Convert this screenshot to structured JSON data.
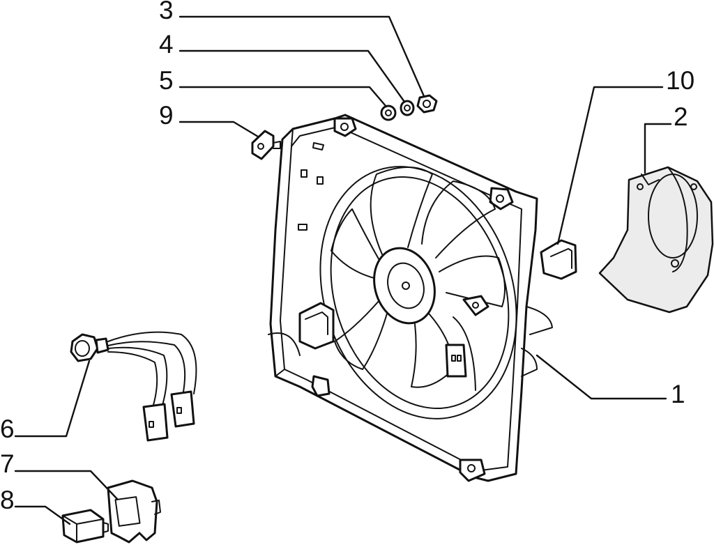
{
  "diagram": {
    "callouts": [
      {
        "id": "c1",
        "number": "1",
        "part": "fan-assembly"
      },
      {
        "id": "c2",
        "number": "2",
        "part": "motor-cover"
      },
      {
        "id": "c3",
        "number": "3",
        "part": "nut"
      },
      {
        "id": "c4",
        "number": "4",
        "part": "spring-washer"
      },
      {
        "id": "c5",
        "number": "5",
        "part": "flat-washer"
      },
      {
        "id": "c6",
        "number": "6",
        "part": "thermal-switch-harness"
      },
      {
        "id": "c7",
        "number": "7",
        "part": "relay-bracket"
      },
      {
        "id": "c8",
        "number": "8",
        "part": "relay"
      },
      {
        "id": "c9",
        "number": "9",
        "part": "mounting-clip"
      },
      {
        "id": "c10",
        "number": "10",
        "part": "connector"
      }
    ]
  }
}
